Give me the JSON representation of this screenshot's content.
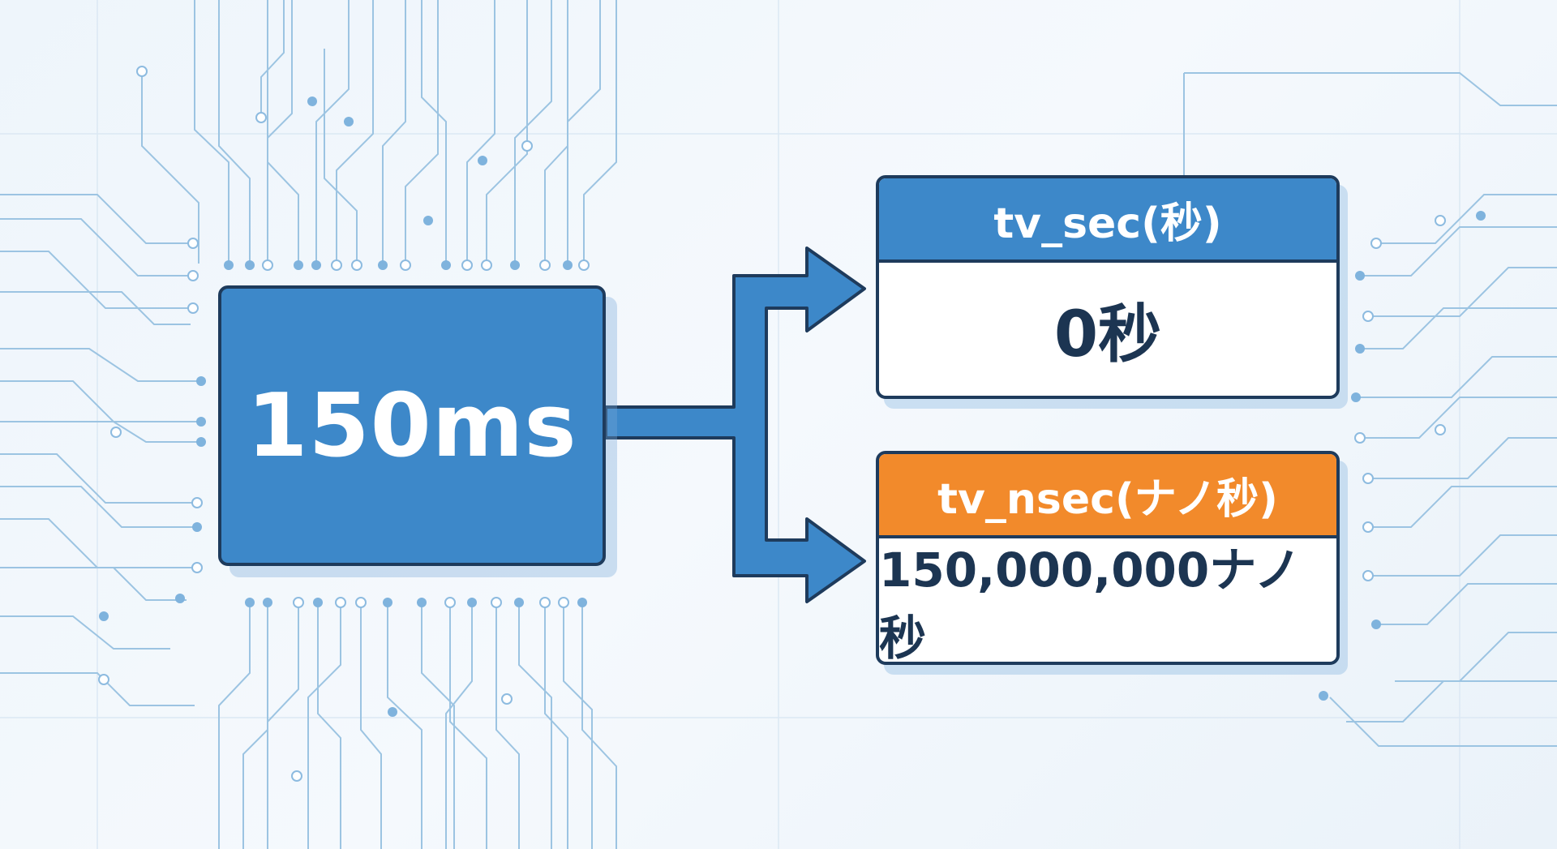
{
  "source": {
    "value": "150ms"
  },
  "fields": [
    {
      "header": "tv_sec(秒)",
      "value": "0秒",
      "header_color": "#3d88c9"
    },
    {
      "header": "tv_nsec(ナノ秒)",
      "value": "150,000,000ナノ秒",
      "header_color": "#f28a2b"
    }
  ],
  "colors": {
    "primary": "#3d88c9",
    "accent": "#f28a2b",
    "outline": "#1e3b5c",
    "text": "#1c3552",
    "circuit": "#9cc4e2"
  }
}
